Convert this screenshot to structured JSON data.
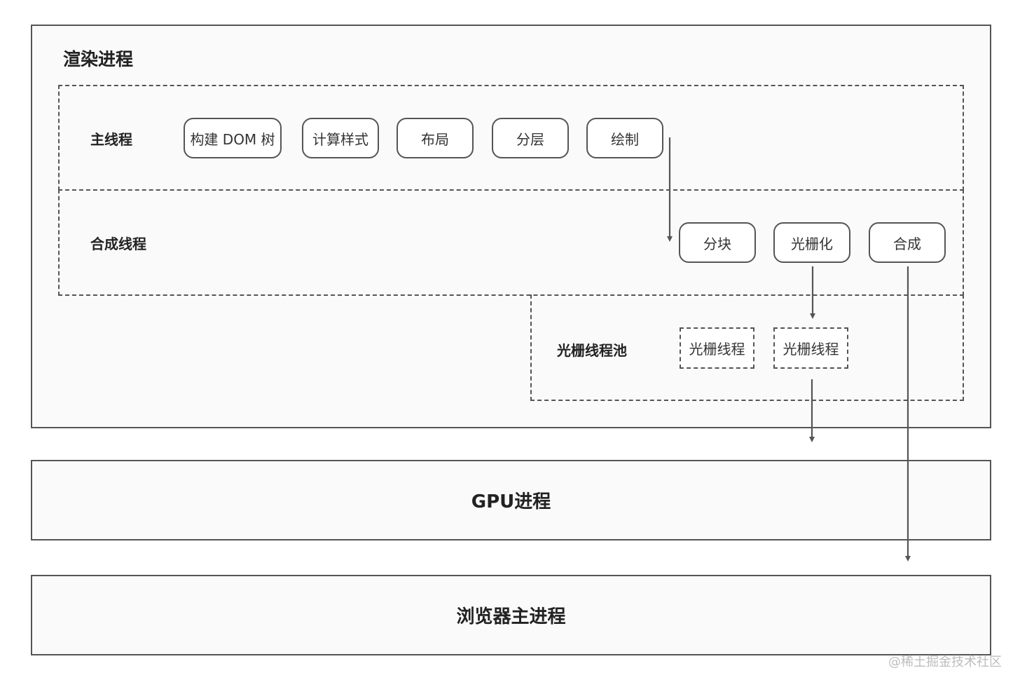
{
  "render_process": {
    "title": "渲染进程",
    "main_thread": {
      "label": "主线程",
      "steps": [
        "构建 DOM 树",
        "计算样式",
        "布局",
        "分层",
        "绘制"
      ]
    },
    "compositor_thread": {
      "label": "合成线程",
      "steps": [
        "分块",
        "光栅化",
        "合成"
      ]
    },
    "raster_pool": {
      "label": "光栅线程池",
      "threads": [
        "光栅线程",
        "光栅线程"
      ]
    }
  },
  "gpu_process": {
    "label": "GPU进程"
  },
  "browser_main_process": {
    "label": "浏览器主进程"
  },
  "watermark": "@稀土掘金技术社区"
}
